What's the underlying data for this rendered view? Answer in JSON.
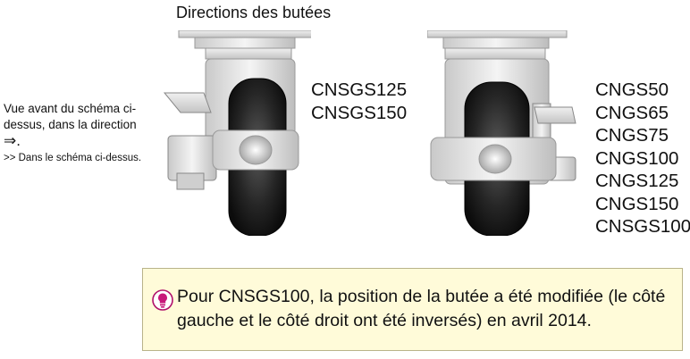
{
  "diagram": {
    "title": "Directions des butées",
    "side_note": {
      "line1": "Vue avant du schéma ci-dessus, dans la direction",
      "arrow": "⇒.",
      "line2": ">> Dans le schéma ci-dessus."
    },
    "left_caster": {
      "models": [
        "CNSGS125",
        "CNSGS150"
      ]
    },
    "right_caster": {
      "models": [
        "CNGS50",
        "CNGS65",
        "CNGS75",
        "CNGS100",
        "CNGS125",
        "CNGS150",
        "CNSGS100"
      ]
    },
    "notice": {
      "icon": "lightbulb-icon",
      "text": "Pour CNSGS100, la position de la butée a été modifiée (le côté gauche et le côté droit ont été inversés) en avril 2014."
    }
  }
}
